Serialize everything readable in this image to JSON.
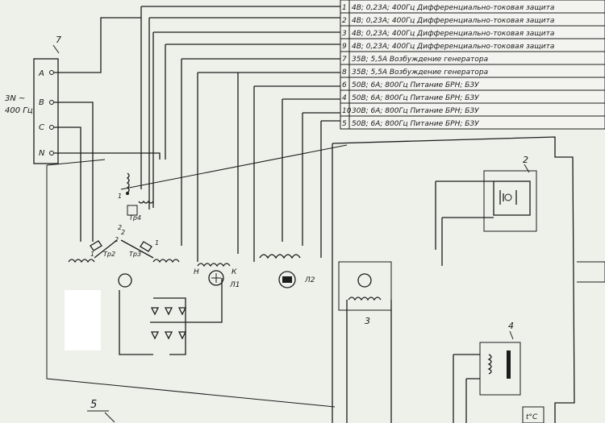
{
  "legend_rows": [
    {
      "num": "1",
      "text": "4В; 0,23А; 400Гц  Дифференциально-токовая защита"
    },
    {
      "num": "2",
      "text": "4В; 0,23А; 400Гц  Дифференциально-токовая защита"
    },
    {
      "num": "3",
      "text": "4В; 0,23А; 400Гц  Дифференциально-токовая защита"
    },
    {
      "num": "9",
      "text": "4В; 0,23А; 400Гц  Дифференциально-токовая защита"
    },
    {
      "num": "7",
      "text": "35В; 5,5А  Возбуждение  генератора"
    },
    {
      "num": "8",
      "text": "35В; 5,5А  Возбуждение  генератора"
    },
    {
      "num": "6",
      "text": "50В; 6А; 800Гц  Питание  БРН; БЗУ"
    },
    {
      "num": "4",
      "text": "50В; 6А; 800Гц  Питание  БРН; БЗУ"
    },
    {
      "num": "10",
      "text": "30В; 6А; 800Гц  Питание  БРН; БЗУ"
    },
    {
      "num": "5",
      "text": "50В; 6А; 800Гц  Питание  БРН; БЗУ"
    }
  ],
  "terminal_block": {
    "number": "7",
    "pins": [
      "A",
      "B",
      "C",
      "N"
    ]
  },
  "supply_label": {
    "line1": "3N ~",
    "line2": "400 Гц"
  },
  "transformer_labels": {
    "tr_a": "Тр4",
    "tr_b": "Тр2",
    "tr_c": "Тр3",
    "tap_1": "1",
    "tap_2": "2",
    "tap_3": "2",
    "tap_4": "2",
    "tap_5": "1",
    "tap_6": "1"
  },
  "motor_labels": {
    "h": "Н",
    "k": "К",
    "l1": "Л1",
    "l2": "Л2"
  },
  "block_numbers": {
    "b2": "2",
    "b3": "3",
    "b4": "4",
    "b5": "5"
  },
  "temp_label": "t°C"
}
